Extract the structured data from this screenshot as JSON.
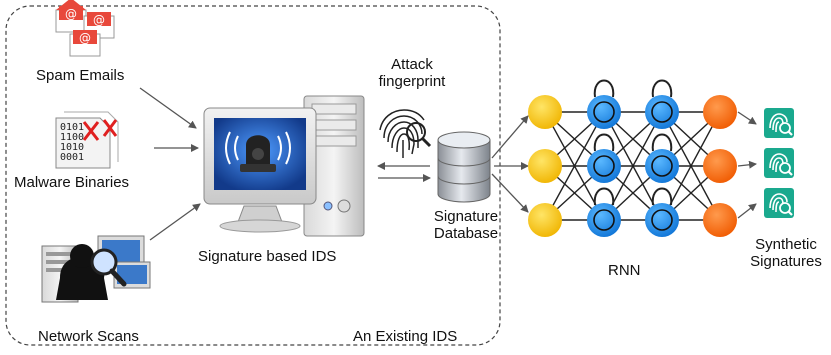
{
  "inputs": {
    "spam_emails": "Spam Emails",
    "malware_binaries": "Malware Binaries",
    "network_scans": "Network Scans"
  },
  "ids": {
    "signature_based_ids": "Signature based IDS",
    "existing_ids": "An Existing IDS"
  },
  "attack_fingerprint": {
    "line1": "Attack",
    "line2": "fingerprint"
  },
  "database": {
    "line1": "Signature",
    "line2": "Database"
  },
  "rnn": {
    "label": "RNN",
    "layers": [
      {
        "kind": "input",
        "color": "#f5c518"
      },
      {
        "kind": "hidden",
        "color": "#1e8ee6"
      },
      {
        "kind": "hidden",
        "color": "#1e8ee6"
      },
      {
        "kind": "output",
        "color": "#ff6a10"
      }
    ],
    "nodes_per_layer": 3
  },
  "output": {
    "line1": "Synthetic",
    "line2": "Signatures"
  },
  "binary_text": [
    "0101",
    "1100",
    "1010",
    "0001"
  ],
  "colors": {
    "teal": "#1aa98e",
    "mail_red": "#e8483b",
    "screen_blue": "#2a6fd0",
    "network_edge": "#222222"
  }
}
